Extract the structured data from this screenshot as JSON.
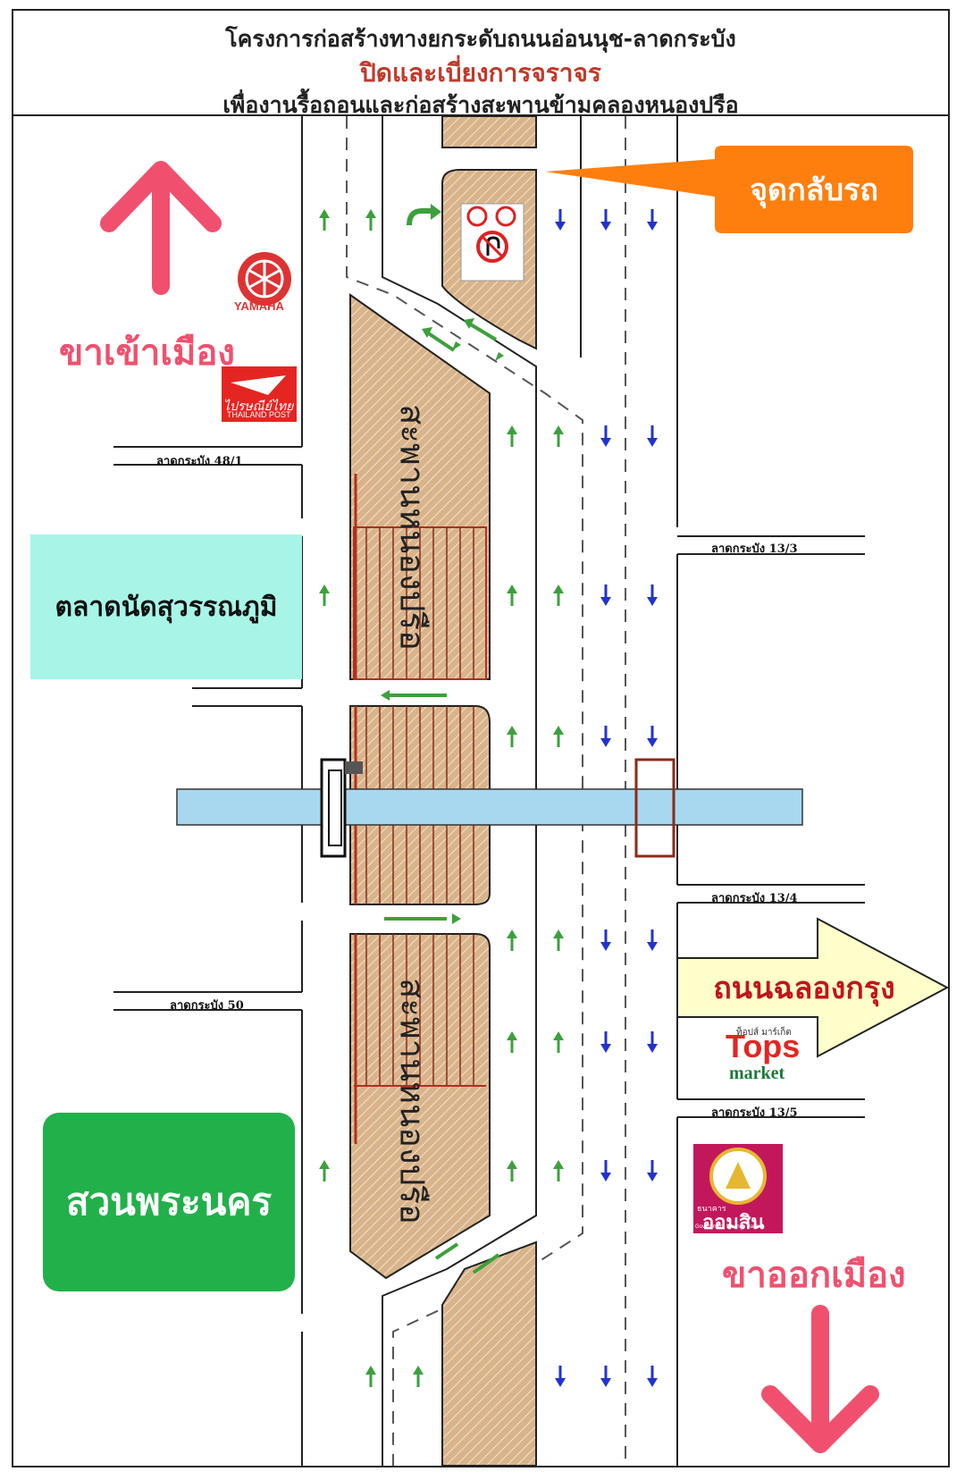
{
  "header": {
    "line1": "โครงการก่อสร้างทางยกระดับถนนอ่อนนุช-ลาดกระบัง",
    "line2": "ปิดและเบี่ยงการจราจร",
    "line3": "เพื่องานรื้อถอนและก่อสร้างสะพานข้ามคลองหนองปรือ"
  },
  "labels": {
    "u_turn": "จุดกลับรถ",
    "inbound": "ขาเข้าเมือง",
    "outbound": "ขาออกเมือง",
    "market": "ตลาดนัดสุวรรณภูมิ",
    "park": "สวนพระนคร",
    "chalong_krung": "ถนนฉลองกรุง",
    "bridge_upper": "สะพานหนองปรือ",
    "bridge_lower": "สะพานหนองปรือ"
  },
  "side_roads": {
    "s48_1": "ลาดกระบัง 48/1",
    "s50": "ลาดกระบัง 50",
    "s13_3": "ลาดกระบัง 13/3",
    "s13_4": "ลาดกระบัง 13/4",
    "s13_5": "ลาดกระบัง 13/5"
  },
  "landmarks": {
    "yamaha": "YAMAHA",
    "post_thai": "ไปรษณีย์ไทย",
    "post_en": "THAILAND POST",
    "tops_th": "ท็อปส์ มาร์เก็ต",
    "tops": "Tops",
    "tops_market": "market",
    "gsb_th": "ธนาคาร",
    "gsb": "ออมสิน",
    "gsb_en": "Government Savings Bank"
  },
  "colors": {
    "deck": "#d9b48a",
    "canal": "#a8d8f0",
    "arrow_green": "#3ca03c",
    "arrow_blue": "#2233cc",
    "callout": "#ff7f0e",
    "market_box": "#a8f5e8",
    "park_box": "#22b04b",
    "red_arrow": "#f0506e",
    "yellow_arrow": "#ffffcc"
  }
}
